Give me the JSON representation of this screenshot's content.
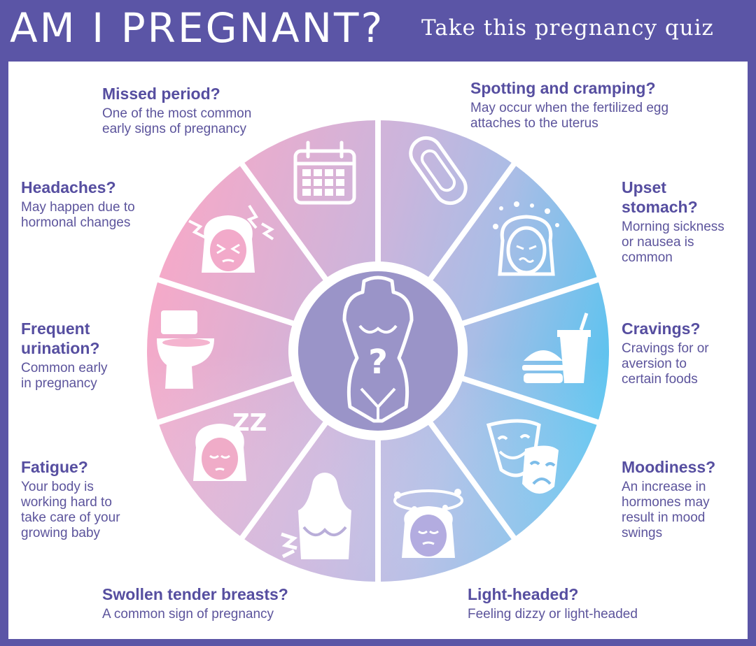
{
  "header": {
    "title": "AM I PREGNANT?",
    "subtitle": "Take this pregnancy quiz"
  },
  "colors": {
    "background": "#5b55a6",
    "panel": "#ffffff",
    "heading_text": "#564ea0",
    "body_text": "#5c549c",
    "center_circle": "#9a94c8",
    "segment_pink": "#f4aac9",
    "segment_blue": "#5ec3ef",
    "segment_lavender": "#c8b6de"
  },
  "segments": [
    {
      "icon": "calendar-icon"
    },
    {
      "icon": "sanitary-pad-icon"
    },
    {
      "icon": "nauseous-face-icon"
    },
    {
      "icon": "burger-drink-icon"
    },
    {
      "icon": "theater-masks-icon"
    },
    {
      "icon": "dizzy-face-icon"
    },
    {
      "icon": "tender-breasts-icon"
    },
    {
      "icon": "sleepy-face-icon"
    },
    {
      "icon": "toilet-icon"
    },
    {
      "icon": "headache-face-icon"
    }
  ],
  "center": {
    "icon": "torso-question-icon"
  },
  "symptoms": {
    "missed_period": {
      "title": "Missed period?",
      "line1": "One of the most common",
      "line2": "early signs of pregnancy"
    },
    "spotting": {
      "title": "Spotting and cramping?",
      "line1": "May occur when the fertilized egg",
      "line2": "attaches to the uterus"
    },
    "upset_stomach": {
      "title1": "Upset",
      "title2": "stomach?",
      "line1": "Morning sickness",
      "line2": "or nausea is",
      "line3": "common"
    },
    "cravings": {
      "title": "Cravings?",
      "line1": "Cravings for or",
      "line2": "aversion to",
      "line3": "certain foods"
    },
    "moodiness": {
      "title": "Moodiness?",
      "line1": "An increase in",
      "line2": "hormones may",
      "line3": "result in mood",
      "line4": "swings"
    },
    "light_headed": {
      "title": "Light-headed?",
      "line1": "Feeling dizzy or light-headed"
    },
    "swollen_breasts": {
      "title": "Swollen tender breasts?",
      "line1": "A common sign of pregnancy"
    },
    "fatigue": {
      "title": "Fatigue?",
      "line1": "Your body is",
      "line2": "working hard to",
      "line3": "take care of your",
      "line4": "growing baby"
    },
    "frequent_urination": {
      "title1": "Frequent",
      "title2": "urination?",
      "line1": "Common early",
      "line2": "in pregnancy"
    },
    "headaches": {
      "title": "Headaches?",
      "line1": "May happen due to",
      "line2": "hormonal changes"
    }
  }
}
